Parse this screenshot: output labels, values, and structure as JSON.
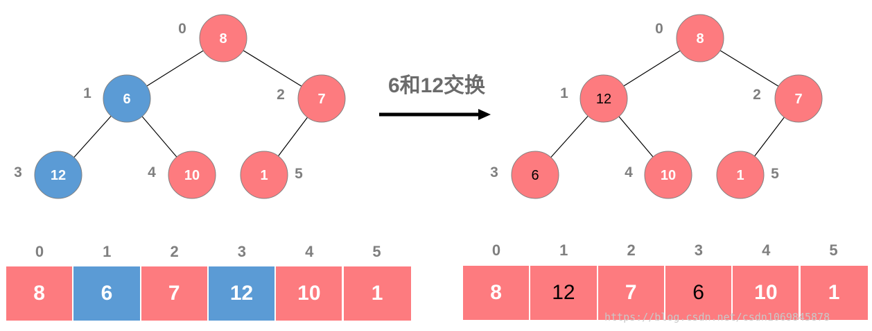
{
  "caption": "6和12交换",
  "colors": {
    "pink": "#fd7b7f",
    "blue": "#5b9bd5",
    "edge": "#000000",
    "index_text": "#7f7f7f"
  },
  "before": {
    "nodes": [
      {
        "index": "0",
        "value": "8",
        "color": "pink"
      },
      {
        "index": "1",
        "value": "6",
        "color": "blue"
      },
      {
        "index": "2",
        "value": "7",
        "color": "pink"
      },
      {
        "index": "3",
        "value": "12",
        "color": "blue"
      },
      {
        "index": "4",
        "value": "10",
        "color": "pink"
      },
      {
        "index": "5",
        "value": "1",
        "color": "pink"
      }
    ],
    "array": {
      "indices": [
        "0",
        "1",
        "2",
        "3",
        "4",
        "5"
      ],
      "values": [
        "8",
        "6",
        "7",
        "12",
        "10",
        "1"
      ],
      "colors": [
        "pink",
        "blue",
        "pink",
        "blue",
        "pink",
        "pink"
      ]
    }
  },
  "after": {
    "nodes": [
      {
        "index": "0",
        "value": "8",
        "color": "pink"
      },
      {
        "index": "1",
        "value": "12",
        "color": "pink"
      },
      {
        "index": "2",
        "value": "7",
        "color": "pink"
      },
      {
        "index": "3",
        "value": "6",
        "color": "pink"
      },
      {
        "index": "4",
        "value": "10",
        "color": "pink"
      },
      {
        "index": "5",
        "value": "1",
        "color": "pink"
      }
    ],
    "array": {
      "indices": [
        "0",
        "1",
        "2",
        "3",
        "4",
        "5"
      ],
      "values": [
        "8",
        "12",
        "7",
        "6",
        "10",
        "1"
      ],
      "colors": [
        "pink",
        "pink",
        "pink",
        "pink",
        "pink",
        "pink"
      ]
    }
  },
  "watermark": "https://blog.csdn.net/csdn1069845878"
}
